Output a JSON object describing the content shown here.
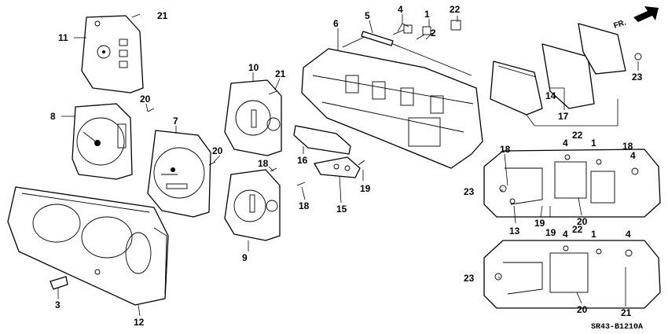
{
  "diagram": {
    "code": "SR43-B1210A",
    "direction_label": "FR.",
    "callouts": [
      "21",
      "11",
      "8",
      "20",
      "7",
      "10",
      "21",
      "20",
      "18",
      "9",
      "3",
      "12",
      "6",
      "5",
      "4",
      "1",
      "2",
      "22",
      "16",
      "15",
      "19",
      "18",
      "14",
      "17",
      "23",
      "18",
      "22",
      "4",
      "1",
      "18",
      "4",
      "23",
      "13",
      "19",
      "19",
      "20",
      "4",
      "22",
      "1",
      "4",
      "23",
      "20",
      "21"
    ]
  }
}
